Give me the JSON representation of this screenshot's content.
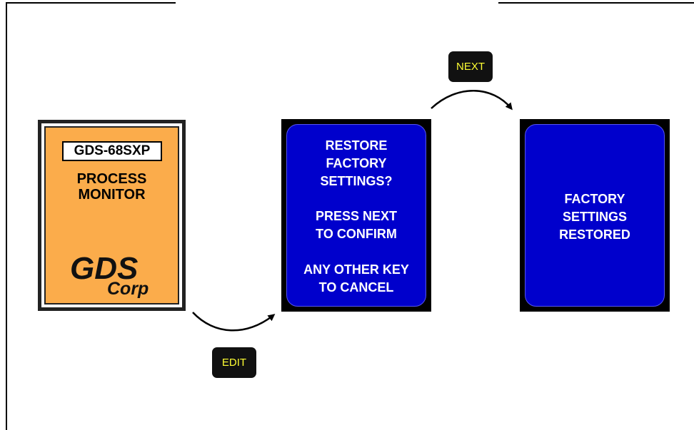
{
  "device": {
    "model": "GDS-68SXP",
    "title_line1": "PROCESS",
    "title_line2": "MONITOR",
    "logo_main": "GDS",
    "logo_sub": "Corp",
    "face_color": "#fbac4b"
  },
  "screen_confirm": {
    "lines": [
      "RESTORE",
      "FACTORY",
      "SETTINGS?",
      "",
      "PRESS NEXT",
      "TO CONFIRM",
      "",
      "ANY OTHER KEY",
      "TO CANCEL"
    ],
    "background": "#0000cc"
  },
  "screen_done": {
    "lines": [
      "FACTORY",
      "SETTINGS",
      "RESTORED"
    ],
    "background": "#0000cc"
  },
  "keys": {
    "edit": "EDIT",
    "next": "NEXT",
    "label_color": "#ffff33"
  }
}
